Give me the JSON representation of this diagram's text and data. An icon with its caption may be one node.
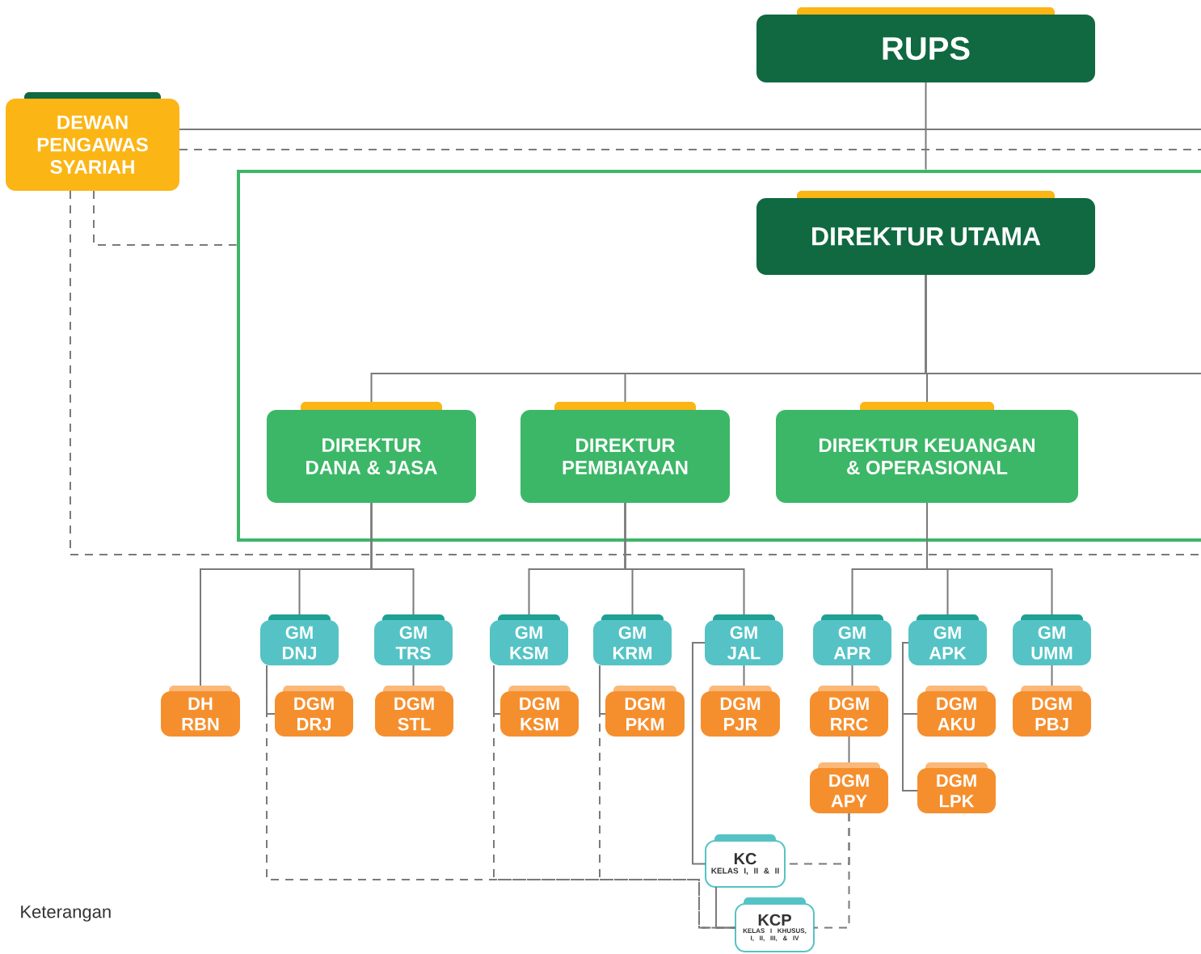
{
  "diagram": {
    "nodes": [
      {
        "text": [
          "RUPS"
        ]
      },
      {
        "text": [
          "DEWAN PENGAWAS SYARIAH"
        ]
      },
      {
        "text": [],
        "shape": "box"
      },
      {
        "text": [
          "DIREKTUR UTAMA"
        ],
        "in": 2
      },
      {
        "text": [
          "DIREKTUR DANA & JASA"
        ],
        "in": 2
      },
      {
        "text": [
          "DIREKTUR PEMBIAYAAN"
        ],
        "in": 2
      },
      {
        "text": [
          "DIREKTUR KEUANGAN & OPERASIONAL"
        ],
        "in": 2
      },
      {
        "text": [
          "DH RBN"
        ]
      },
      {
        "text": [
          "GM DNJ"
        ]
      },
      {
        "text": [
          "DGM DRJ"
        ]
      },
      {
        "text": [
          "GM TRS"
        ]
      },
      {
        "text": [
          "DGM STL"
        ]
      },
      {
        "text": [
          "GM KSM"
        ]
      },
      {
        "text": [
          "DGM KSM"
        ]
      },
      {
        "text": [
          "GM KRM"
        ]
      },
      {
        "text": [
          "DGM PKM"
        ]
      },
      {
        "text": [
          "GM JAL"
        ]
      },
      {
        "text": [
          "DGM PJR"
        ]
      },
      {
        "text": [
          "GM APR"
        ]
      },
      {
        "text": [
          "DGM RRC"
        ]
      },
      {
        "text": [
          "DGM APY"
        ]
      },
      {
        "text": [
          "GM APK"
        ]
      },
      {
        "text": [
          "DGM AKU"
        ]
      },
      {
        "text": [
          "DGM LPK"
        ]
      },
      {
        "text": [
          "GM UMM"
        ]
      },
      {
        "text": [
          "DGM PBJ"
        ]
      },
      {
        "text": [
          "KC",
          "KELAS I, II & II"
        ]
      },
      {
        "text": [
          "KCP",
          "KELAS I KHUSUS, I, II, III, & IV"
        ]
      }
    ],
    "edges": [
      {
        "from": 0,
        "to": 2,
        "arrow": "none"
      },
      {
        "from": 1,
        "to": null,
        "arrow": "none"
      },
      {
        "from": 1,
        "to": null,
        "arrow": "none",
        "style": "dashed"
      },
      {
        "from": 1,
        "to": 2,
        "arrow": "none",
        "style": "dashed"
      },
      {
        "from": 1,
        "to": 2,
        "arrow": "none",
        "style": "dashed"
      },
      {
        "from": 3,
        "to": null,
        "arrow": "none"
      },
      {
        "from": 3,
        "to": 4,
        "arrow": "none"
      },
      {
        "from": 3,
        "to": 5,
        "arrow": "none"
      },
      {
        "from": 3,
        "to": 6,
        "arrow": "none"
      },
      {
        "from": 4,
        "to": 7,
        "arrow": "none"
      },
      {
        "from": 4,
        "to": 8,
        "arrow": "none"
      },
      {
        "from": 4,
        "to": 10,
        "arrow": "none"
      },
      {
        "from": 5,
        "to": 12,
        "arrow": "none"
      },
      {
        "from": 5,
        "to": 14,
        "arrow": "none"
      },
      {
        "from": 5,
        "to": 16,
        "arrow": "none"
      },
      {
        "from": 6,
        "to": 18,
        "arrow": "none"
      },
      {
        "from": 6,
        "to": 21,
        "arrow": "none"
      },
      {
        "from": 6,
        "to": 24,
        "arrow": "none"
      },
      {
        "from": 8,
        "to": 9,
        "arrow": "none"
      },
      {
        "from": 10,
        "to": 11,
        "arrow": "none"
      },
      {
        "from": 12,
        "to": 13,
        "arrow": "none"
      },
      {
        "from": 14,
        "to": 15,
        "arrow": "none"
      },
      {
        "from": 16,
        "to": 17,
        "arrow": "none"
      },
      {
        "from": 16,
        "to": 26,
        "arrow": "none"
      },
      {
        "from": 18,
        "to": 19,
        "arrow": "none"
      },
      {
        "from": 19,
        "to": 20,
        "arrow": "none"
      },
      {
        "from": 21,
        "to": 22,
        "arrow": "none"
      },
      {
        "from": 21,
        "to": 23,
        "arrow": "none"
      },
      {
        "from": 24,
        "to": 25,
        "arrow": "none"
      },
      {
        "from": 26,
        "to": 27,
        "arrow": "none"
      },
      {
        "from": 8,
        "to": 27,
        "arrow": "none",
        "style": "dashed"
      },
      {
        "from": 12,
        "to": 27,
        "arrow": "none",
        "style": "dashed"
      },
      {
        "from": 14,
        "to": 27,
        "arrow": "none",
        "style": "dashed"
      },
      {
        "from": 20,
        "to": 26,
        "arrow": "none",
        "style": "dashed"
      },
      {
        "from": 20,
        "to": 27,
        "arrow": "none",
        "style": "dashed"
      }
    ],
    "labels": [
      "Keterangan"
    ]
  }
}
